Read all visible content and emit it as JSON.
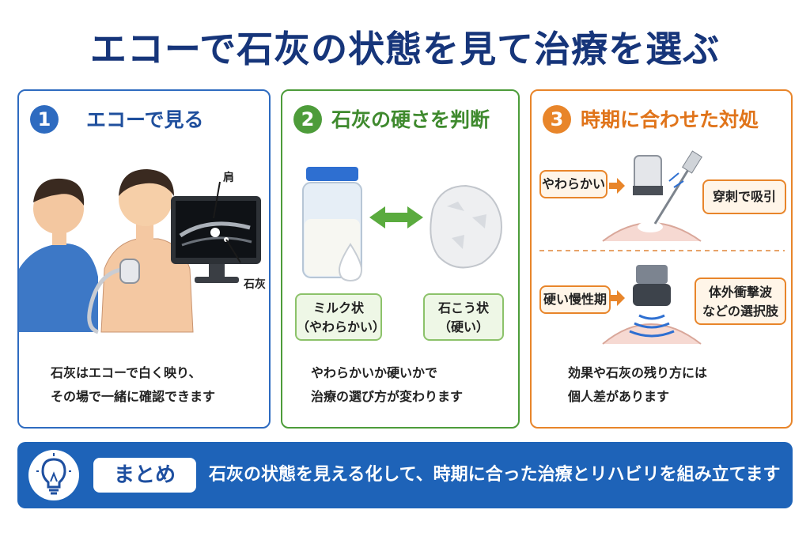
{
  "title": "エコーで石灰の状態を見て治療を選ぶ",
  "panels": [
    {
      "number": "1",
      "title": "エコーで見る",
      "labels": {
        "shoulder": "肩",
        "calcification": "石灰"
      },
      "caption": [
        "石灰はエコーで白く映り、",
        "その場で一緒に確認できます"
      ],
      "color": "#2e6bc0"
    },
    {
      "number": "2",
      "title": "石灰の硬さを判断",
      "soft_tag": [
        "ミルク状",
        "（やわらかい）"
      ],
      "hard_tag": [
        "石こう状",
        "（硬い）"
      ],
      "caption": [
        "やわらかいか硬いかで",
        "治療の選び方が変わります"
      ],
      "color": "#4d9c3a"
    },
    {
      "number": "3",
      "title": "時期に合わせた対処",
      "soft_label": "やわらかい",
      "soft_treatment": "穿刺で吸引",
      "hard_label": "硬い慢性期",
      "hard_treatment": [
        "体外衝撃波",
        "などの選択肢"
      ],
      "caption": [
        "効果や石灰の残り方には",
        "個人差があります"
      ],
      "color": "#e8852a"
    }
  ],
  "summary": {
    "label": "まとめ",
    "text": "石灰の状態を見える化して、時期に合った治療とリハビリを組み立てます",
    "icon": "lightbulb-icon"
  }
}
